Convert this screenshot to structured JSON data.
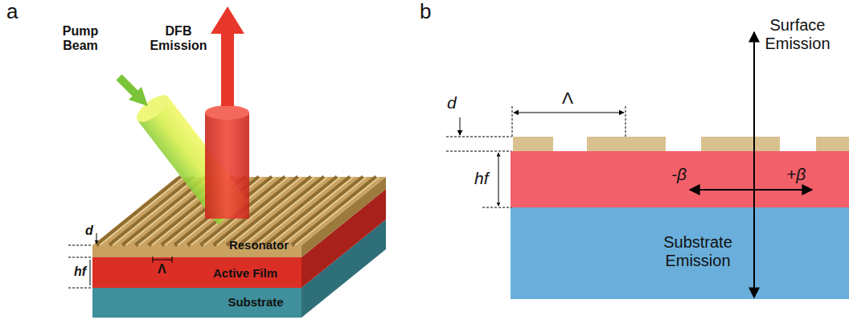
{
  "diagram": {
    "labels": [
      "a",
      "Pump Beam",
      "DFB Emission",
      "d",
      "hf",
      "Λ",
      "Resonator",
      "Active Film",
      "Substrate",
      "b",
      "d",
      "Λ",
      "hf",
      "Surface Emission",
      "-β",
      "+β",
      "Substrate Emission"
    ]
  }
}
